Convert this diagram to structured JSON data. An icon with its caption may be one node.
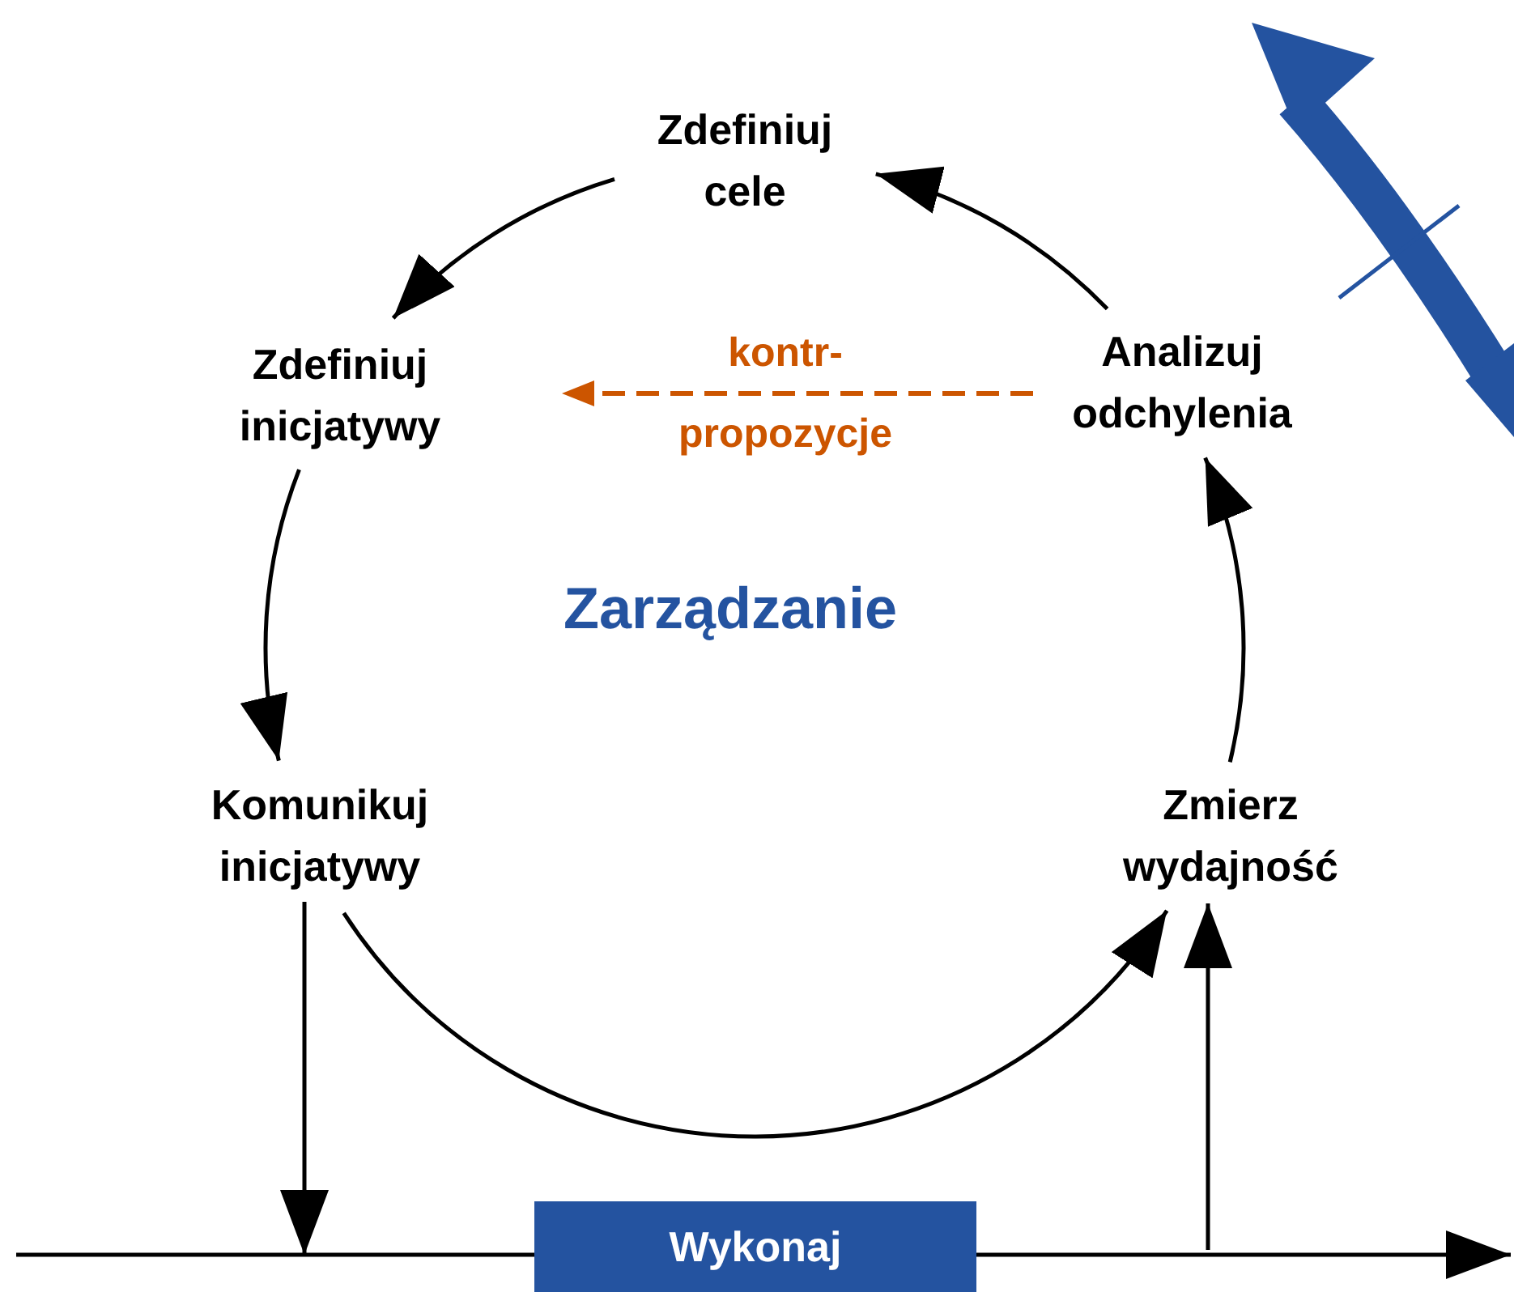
{
  "diagram": {
    "nodes": [
      {
        "text": [
          "Zdefiniuj cele"
        ]
      },
      {
        "text": [
          "Zdefiniuj inicjatywy"
        ]
      },
      {
        "text": [
          "Komunikuj inicjatywy"
        ]
      },
      {
        "text": [
          "Zmierz wydajność"
        ]
      },
      {
        "text": [
          "Analizuj odchylenia"
        ]
      },
      {
        "text": [
          "Wykonaj"
        ]
      }
    ],
    "edges": [
      {
        "from": 4,
        "to": 0,
        "arrow": "to"
      },
      {
        "from": 0,
        "to": 1,
        "arrow": "to"
      },
      {
        "from": 1,
        "to": 2,
        "arrow": "to"
      },
      {
        "from": 2,
        "to": 3,
        "arrow": "to"
      },
      {
        "from": 3,
        "to": 4,
        "arrow": "to"
      },
      {
        "from": 4,
        "to": 1,
        "arrow": "to",
        "label": "kontr- propozycje",
        "style": "dashed",
        "color": "#cc5500"
      },
      {
        "from": 2,
        "to": null,
        "arrow": "to"
      },
      {
        "from": null,
        "to": 3,
        "arrow": "to"
      },
      {
        "from": null,
        "to": 5,
        "arrow": "none"
      },
      {
        "from": 5,
        "to": null,
        "arrow": "to"
      }
    ],
    "labels": [
      "Zarządzanie"
    ]
  }
}
